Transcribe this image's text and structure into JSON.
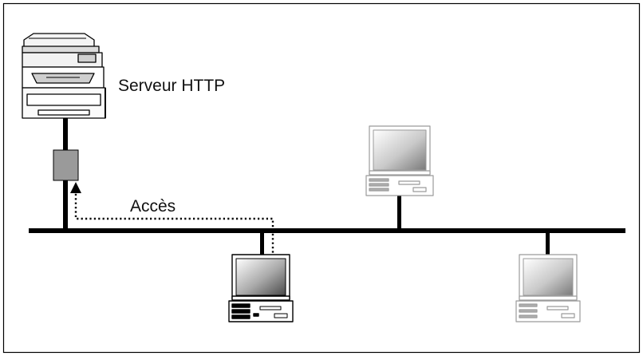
{
  "diagram": {
    "server_label": "Serveur HTTP",
    "access_label": "Accès"
  },
  "nodes": [
    {
      "id": "http-server",
      "kind": "multifunction-printer",
      "label_key": "diagram.server_label"
    },
    {
      "id": "network-interface",
      "kind": "network-adapter"
    },
    {
      "id": "client-pc",
      "kind": "desktop-computer",
      "state": "active"
    },
    {
      "id": "pc-2",
      "kind": "desktop-computer",
      "state": "faded"
    },
    {
      "id": "pc-3",
      "kind": "desktop-computer",
      "state": "faded"
    }
  ],
  "edges": [
    {
      "from": "client-pc",
      "to": "http-server",
      "style": "dotted",
      "arrow": "to",
      "label_key": "diagram.access_label"
    }
  ]
}
